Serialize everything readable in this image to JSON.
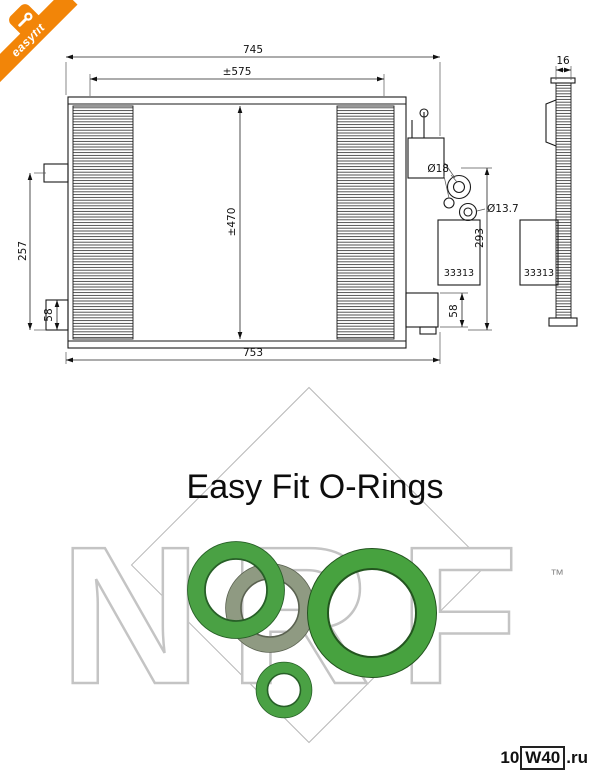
{
  "brand": {
    "easyfit": "easyfit",
    "trademark": "™"
  },
  "drawing": {
    "dim_745": "745",
    "dim_575": "±575",
    "dim_16": "16",
    "dim_470": "±470",
    "dim_257": "257",
    "dim_58_left": "58",
    "dim_753": "753",
    "dim_58_right": "58",
    "dim_293": "293",
    "dim_d18": "Ø18",
    "dim_d137": "Ø13.7",
    "part_front": "33313",
    "part_side": "33313"
  },
  "promo": {
    "title": "Easy Fit O-Rings"
  },
  "watermark": {
    "logo": "NRF",
    "site_prefix": "10",
    "site_box": "W40",
    "site_suffix": ".ru"
  },
  "colors": {
    "accent_orange": "#f28508",
    "ring_green": "#4aa144",
    "ring_olive": "#8f9a82",
    "outline_gray": "#c4c4c4"
  }
}
